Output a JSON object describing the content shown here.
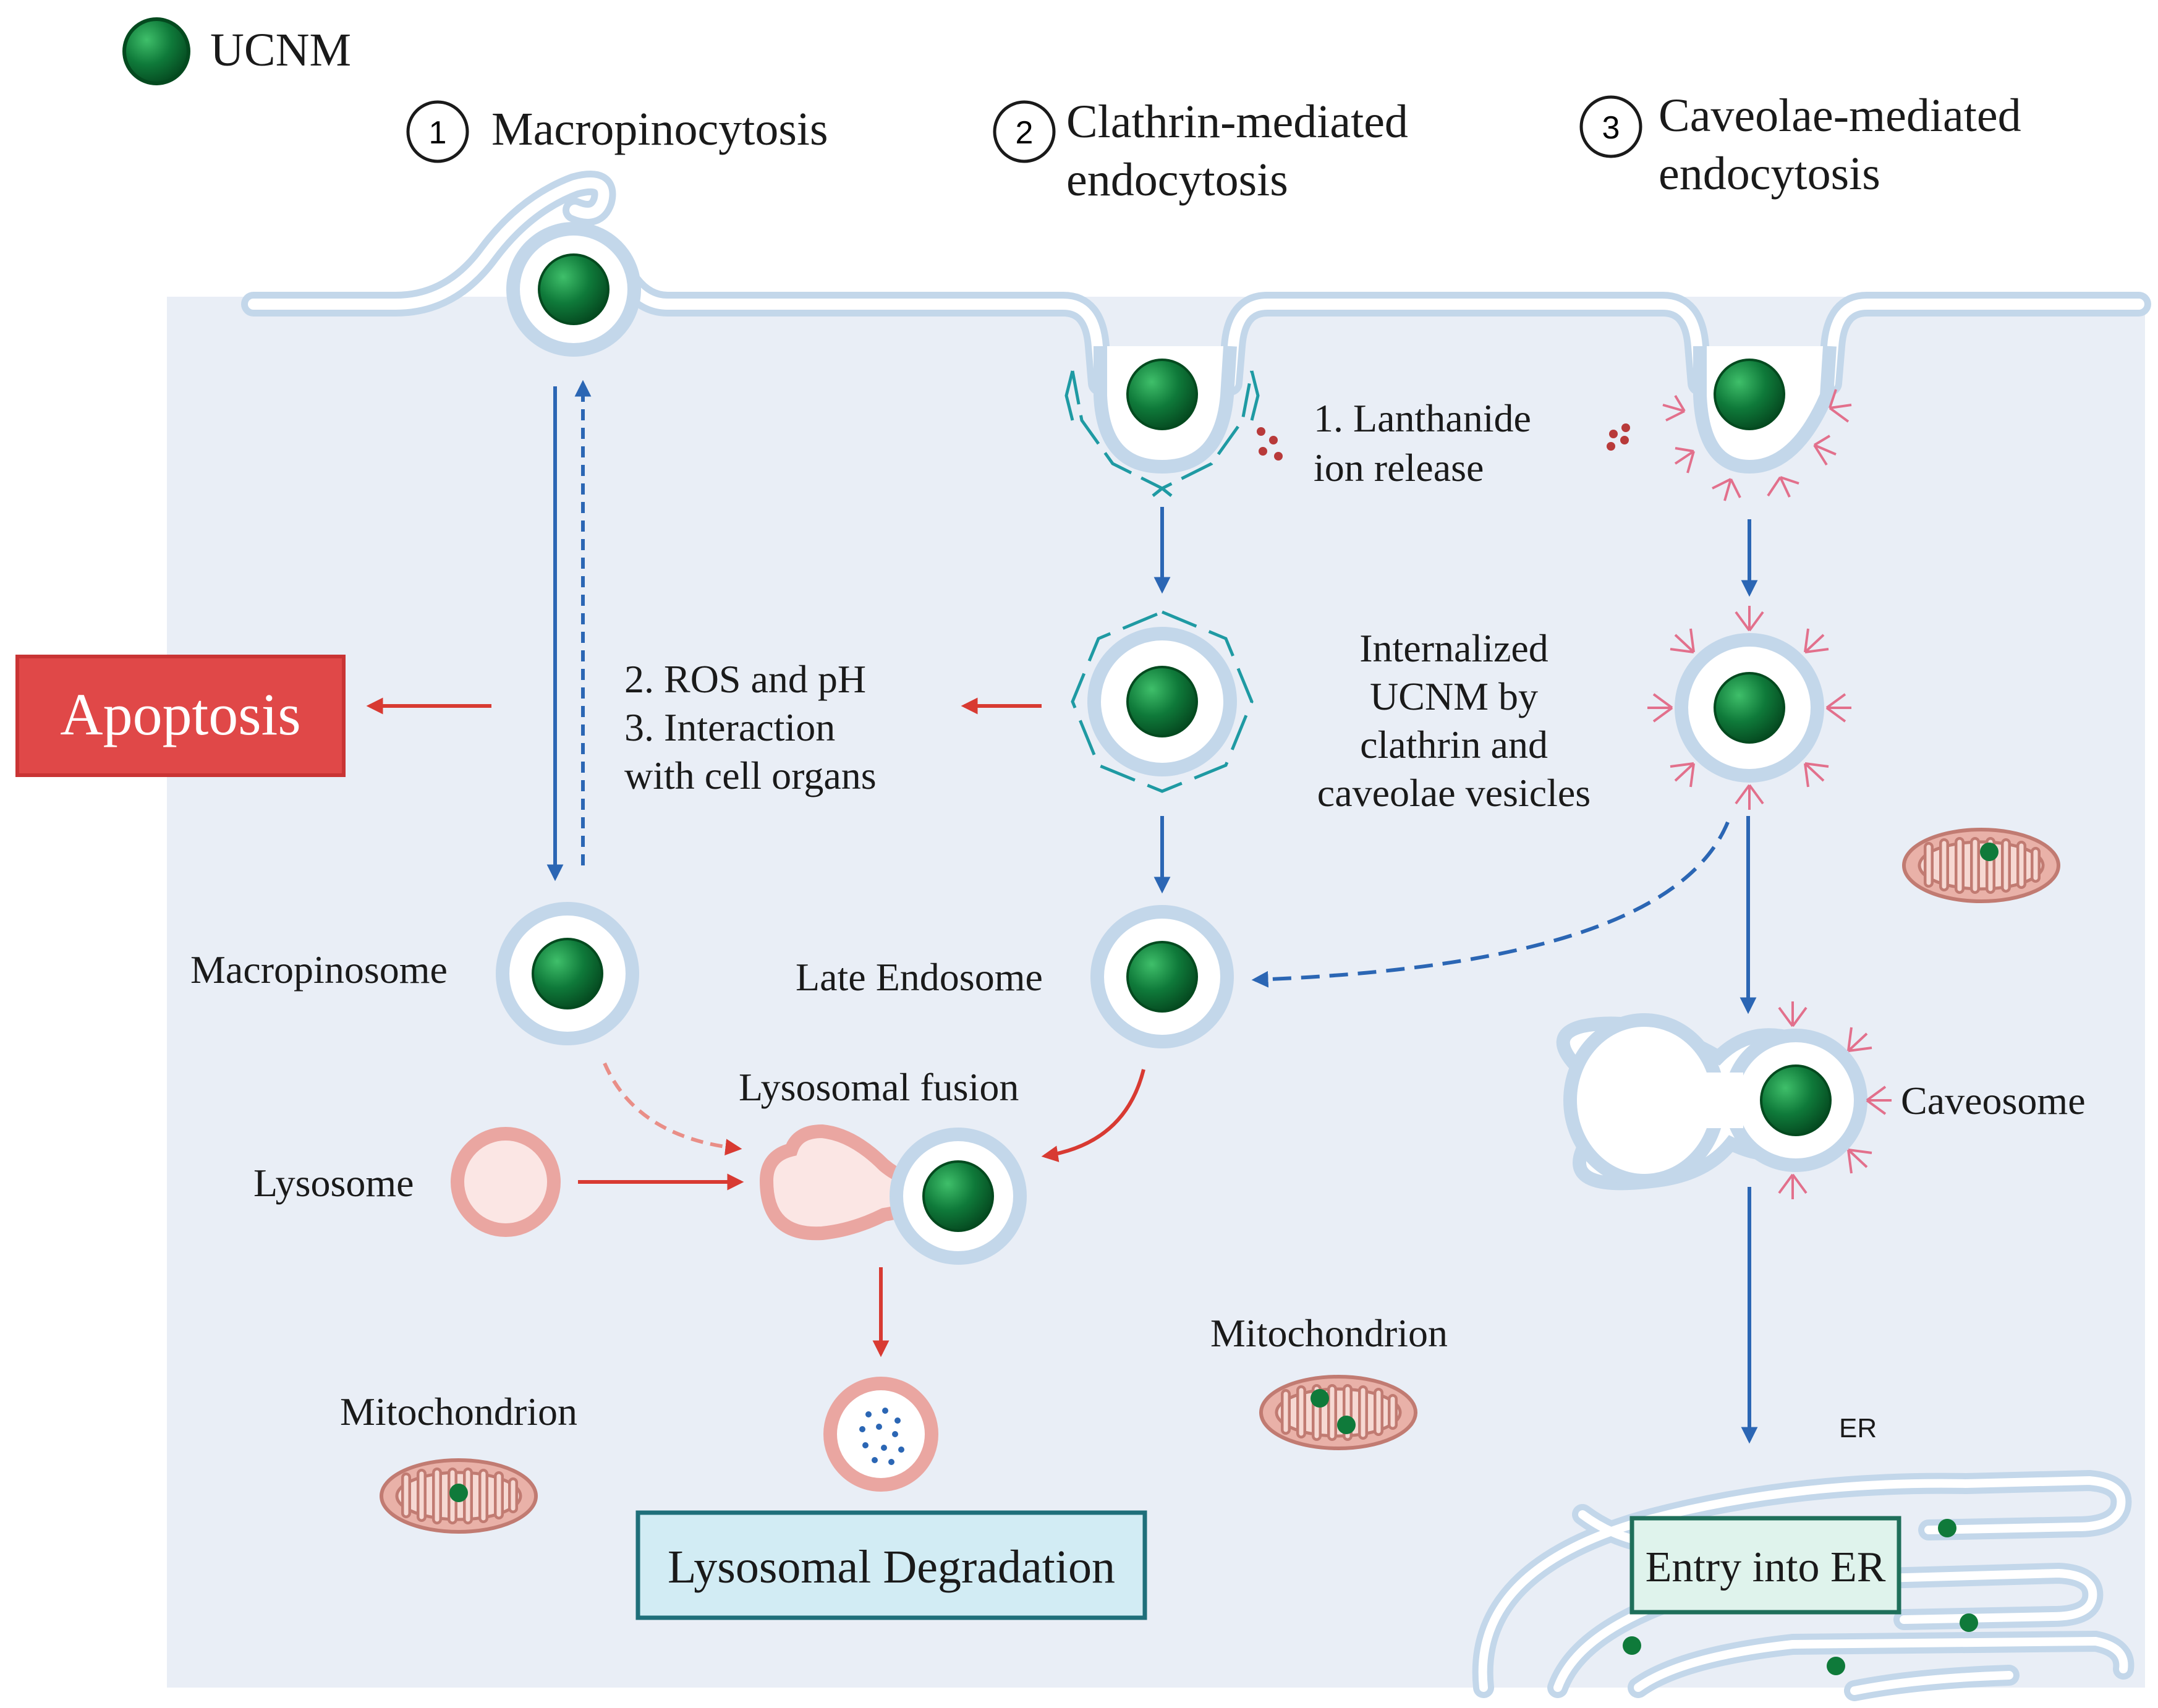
{
  "legend": {
    "ucnm_label": "UCNM"
  },
  "pathways": [
    {
      "number": "1",
      "line1": "Macropinocytosis",
      "line2": ""
    },
    {
      "number": "2",
      "line1": "Clathrin-mediated",
      "line2": "endocytosis"
    },
    {
      "number": "3",
      "line1": "Caveolae-mediated",
      "line2": "endocytosis"
    }
  ],
  "labels": {
    "lanthanide_1": "1. Lanthanide",
    "lanthanide_2": "ion release",
    "ros_1": "2. ROS and pH",
    "ros_2": "3. Interaction",
    "ros_3": "with cell organs",
    "internalized_1": "Internalized",
    "internalized_2": "UCNM by",
    "internalized_3": "clathrin and",
    "internalized_4": "caveolae vesicles",
    "macropinosome": "Macropinosome",
    "late_endosome": "Late Endosome",
    "lysosomal_fusion": "Lysosomal fusion",
    "lysosome": "Lysosome",
    "caveosome": "Caveosome",
    "mitochondrion_left": "Mitochondrion",
    "mitochondrion_mid": "Mitochondrion",
    "er": "ER"
  },
  "boxes": {
    "apoptosis": "Apoptosis",
    "lysosomal_degradation": "Lysosomal Degradation",
    "entry_er": "Entry into ER"
  },
  "colors": {
    "cytoplasm": "#e9eef6",
    "membrane": "#c3d7ea",
    "ucnm_green": "#0f7a3a",
    "blue_arrow": "#2b66b4",
    "red_arrow": "#d83a32",
    "apoptosis_box": "#e04848",
    "degradation_box": "#d2ecf4",
    "er_box": "#dff3ec",
    "clathrin": "#1f9aa3",
    "caveolin": "#e2708c",
    "mitochondrion": "#e9b1a8"
  }
}
